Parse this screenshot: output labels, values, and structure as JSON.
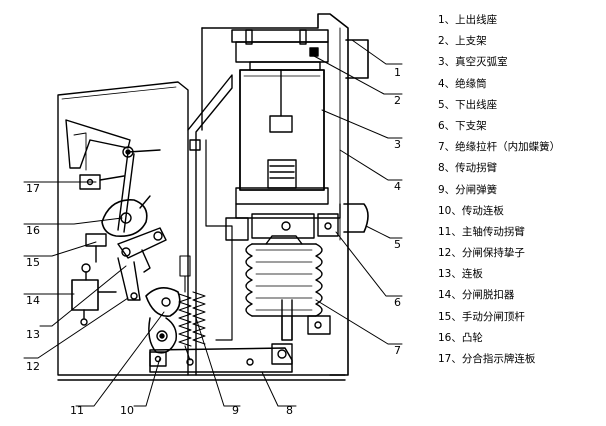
{
  "callouts": [
    {
      "num": "1",
      "part": "上出线座"
    },
    {
      "num": "2",
      "part": "上支架"
    },
    {
      "num": "3",
      "part": "真空灭弧室"
    },
    {
      "num": "4",
      "part": "绝缘筒"
    },
    {
      "num": "5",
      "part": "下出线座"
    },
    {
      "num": "6",
      "part": "下支架"
    },
    {
      "num": "7",
      "part": "绝缘拉杆（内加蝶簧）"
    },
    {
      "num": "8",
      "part": "传动拐臂"
    },
    {
      "num": "9",
      "part": "分闸弹簧"
    },
    {
      "num": "10",
      "part": "传动连板"
    },
    {
      "num": "11",
      "part": "主轴传动拐臂"
    },
    {
      "num": "12",
      "part": "分闸保持挚子"
    },
    {
      "num": "13",
      "part": "连板"
    },
    {
      "num": "14",
      "part": "分闸脱扣器"
    },
    {
      "num": "15",
      "part": "手动分闸顶杆"
    },
    {
      "num": "16",
      "part": "凸轮"
    },
    {
      "num": "17",
      "part": "分合指示牌连板"
    }
  ],
  "legend": [
    "1、上出线座",
    "2、上支架",
    "3、真空灭弧室",
    "4、绝缘筒",
    "5、下出线座",
    "6、下支架",
    "7、绝缘拉杆（内加蝶簧）",
    "8、传动拐臂",
    "9、分闸弹簧",
    "10、传动连板",
    "11、主轴传动拐臂",
    "12、分闸保持挚子",
    "13、连板",
    "14、分闸脱扣器",
    "15、手动分闸顶杆",
    "16、凸轮",
    "17、分合指示牌连板"
  ],
  "colors": {
    "line": "#000000",
    "hatch": "#000000",
    "background": "#ffffff"
  }
}
